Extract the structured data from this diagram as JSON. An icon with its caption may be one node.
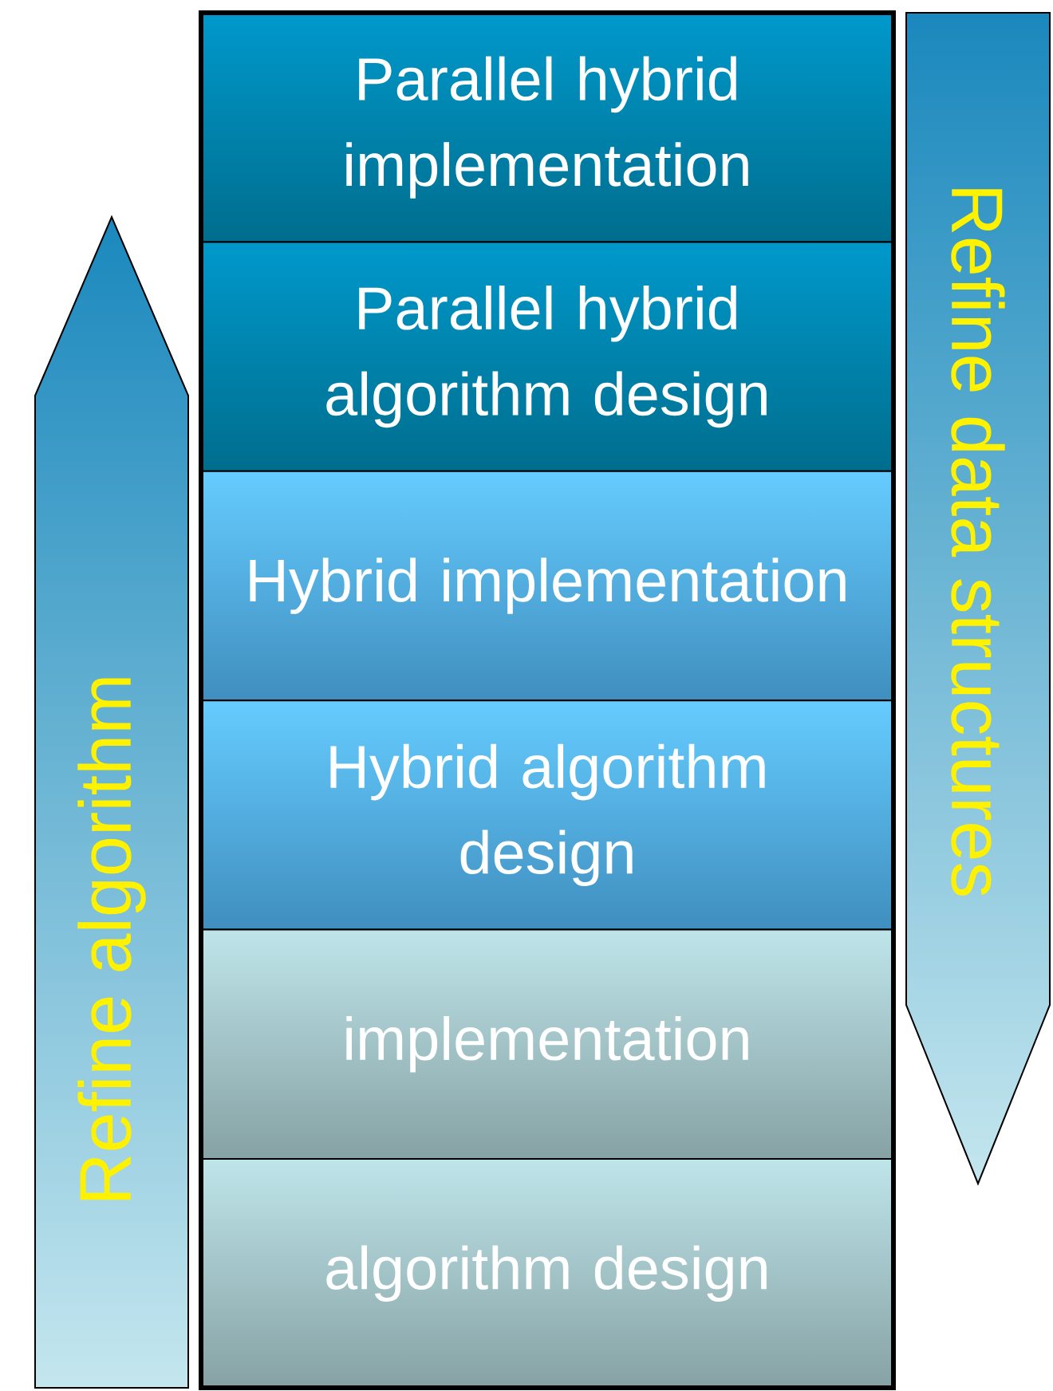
{
  "diagram": {
    "nodes": [
      {
        "text": [
          "Refine algorithm"
        ]
      },
      {
        "text": [
          "Parallel hybrid implementation"
        ]
      },
      {
        "text": [
          "Parallel hybrid algorithm design"
        ]
      },
      {
        "text": [
          "Hybrid implementation"
        ]
      },
      {
        "text": [
          "Hybrid algorithm design"
        ]
      },
      {
        "text": [
          "implementation"
        ]
      },
      {
        "text": [
          "algorithm design"
        ]
      },
      {
        "text": [
          "Refine data structures"
        ]
      }
    ]
  }
}
